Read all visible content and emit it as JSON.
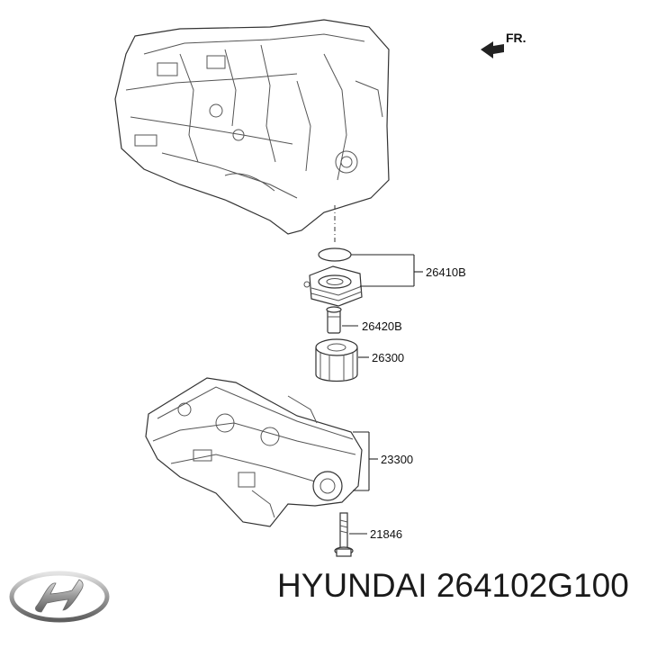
{
  "orientation": {
    "label": "FR."
  },
  "callouts": [
    {
      "id": "oil-cooler",
      "number": "26410B"
    },
    {
      "id": "connector-bolt",
      "number": "26420B"
    },
    {
      "id": "oil-filter",
      "number": "26300"
    },
    {
      "id": "oil-pump-balancer",
      "number": "23300"
    },
    {
      "id": "bolt",
      "number": "21846"
    }
  ],
  "caption": {
    "brand": "HYUNDAI",
    "part_number": "264102G100"
  },
  "logo": {
    "icon": "hyundai-logo-icon"
  }
}
